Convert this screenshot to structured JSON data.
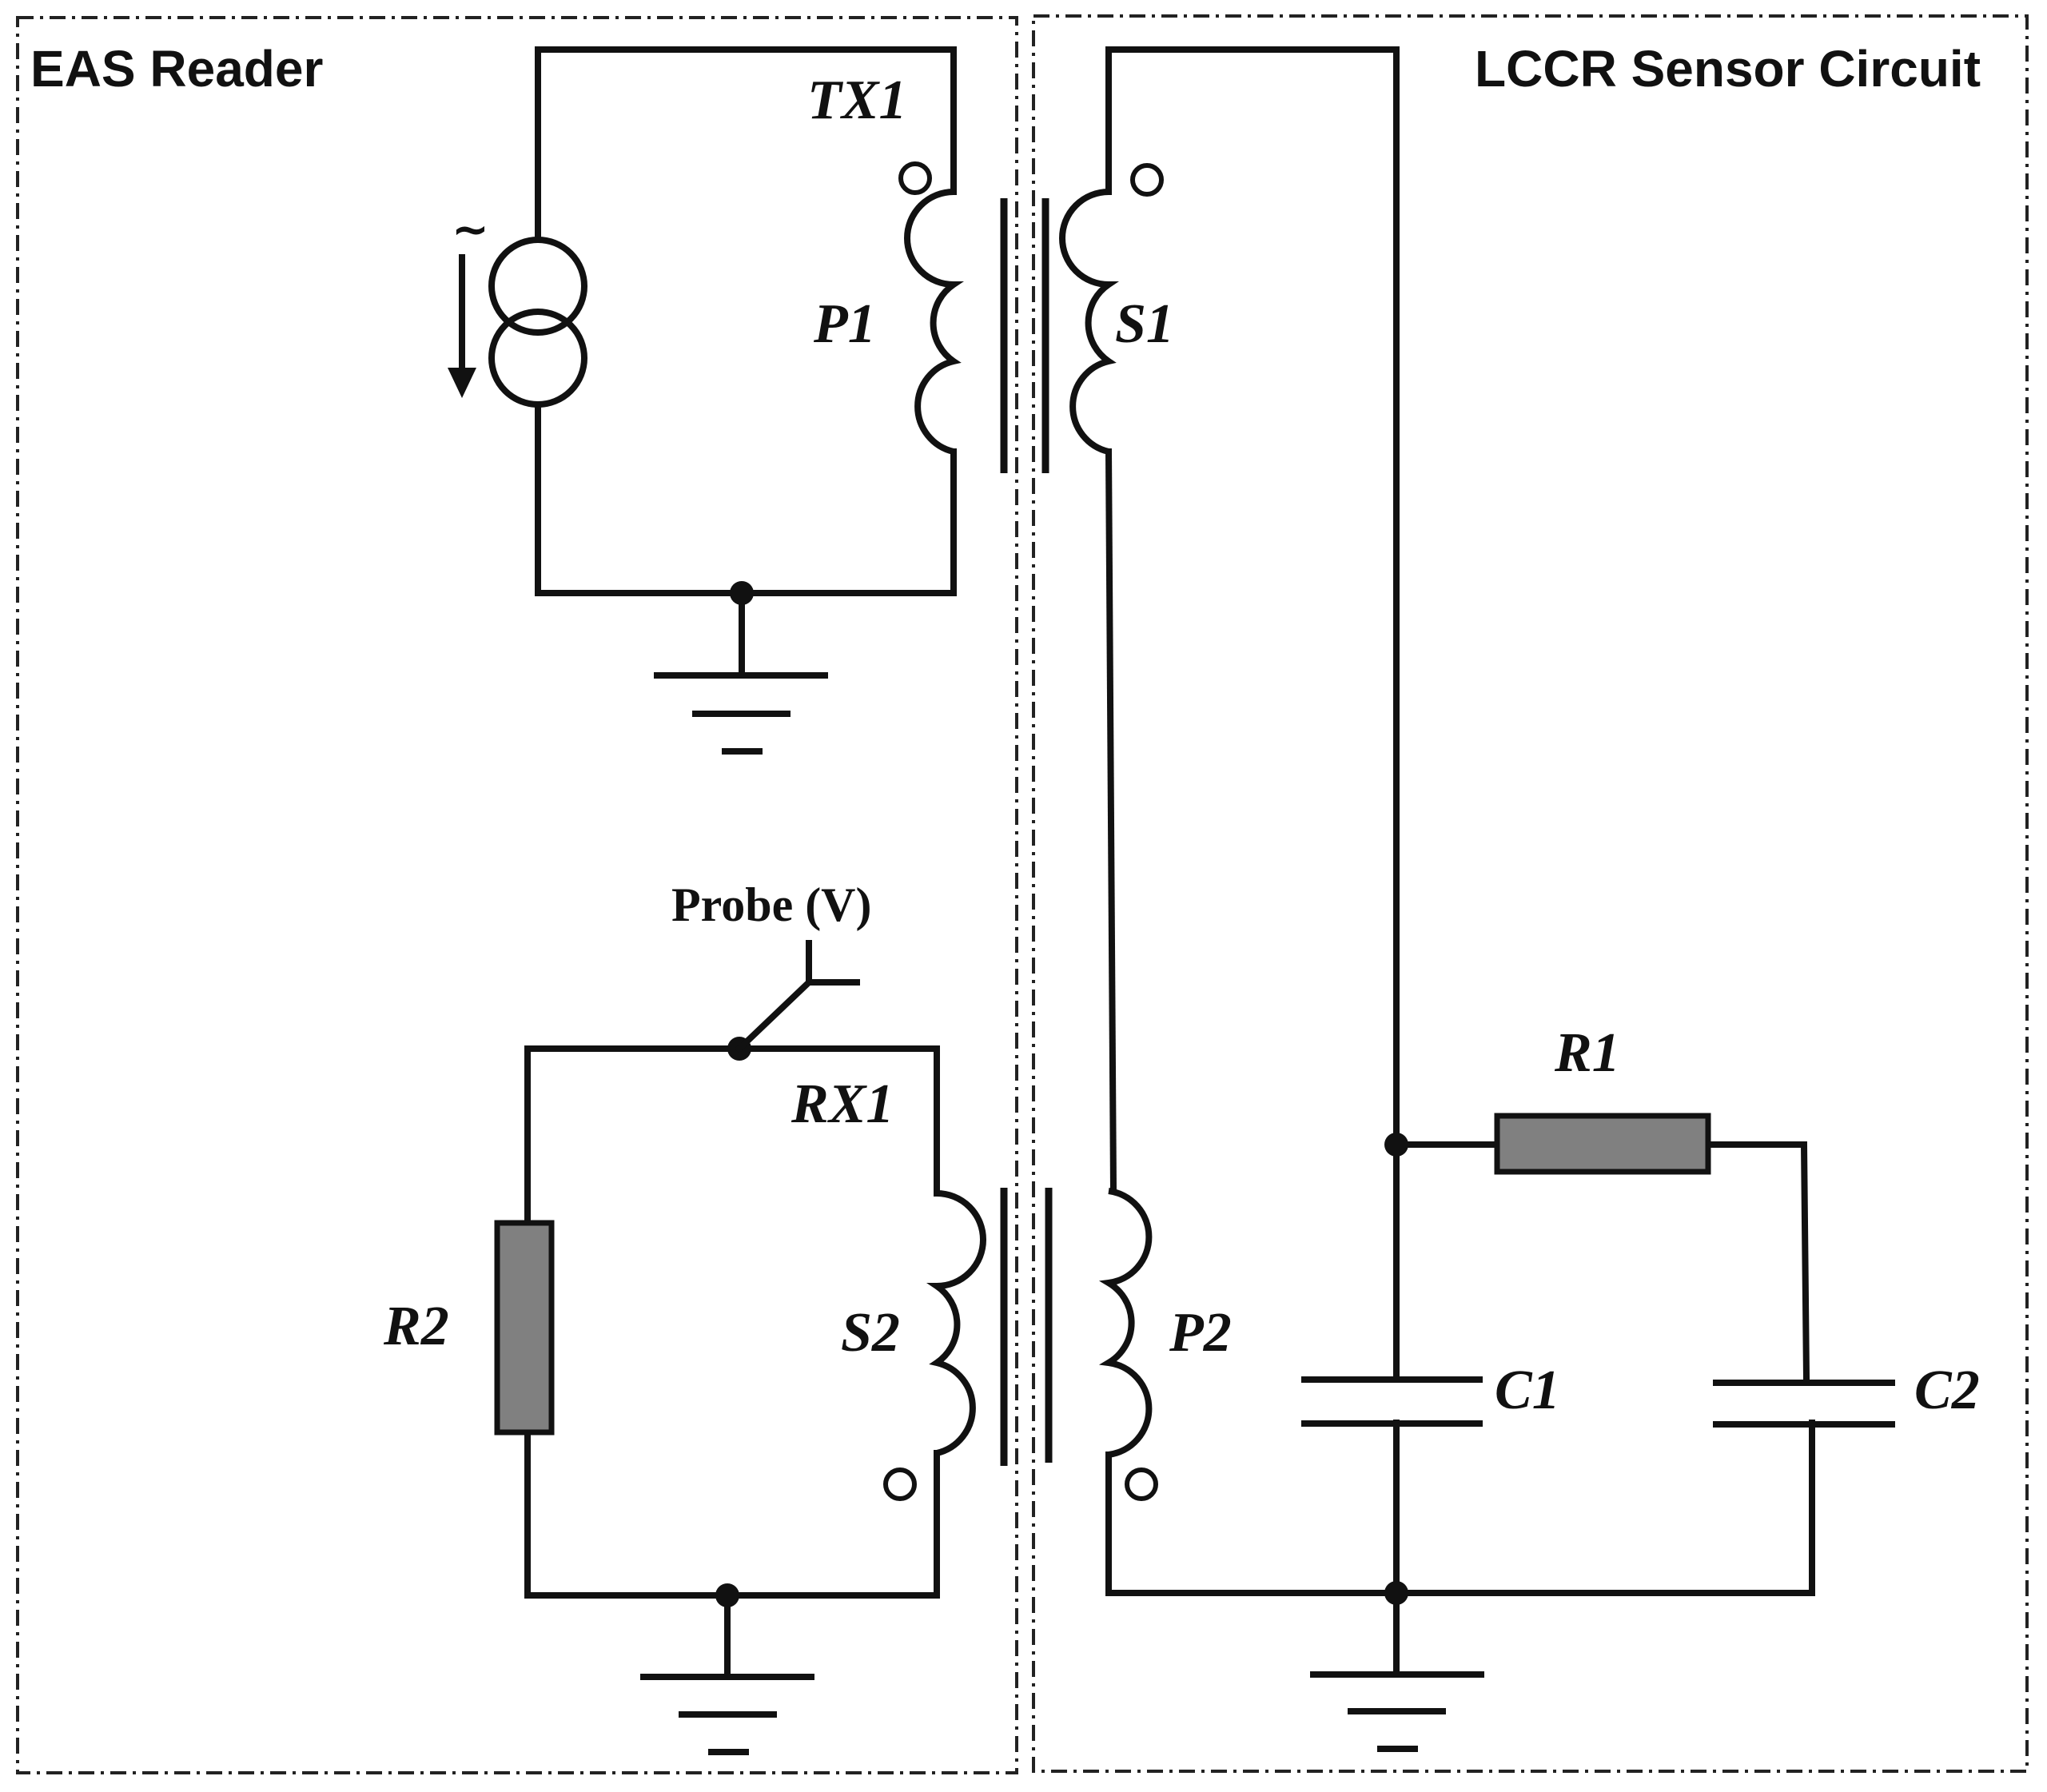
{
  "panels": {
    "eas_reader": "EAS Reader",
    "lccr_sensor": "LCCR Sensor Circuit"
  },
  "components": {
    "tx1": "TX1",
    "p1": "P1",
    "s1": "S1",
    "rx1": "RX1",
    "s2": "S2",
    "p2": "P2",
    "r1": "R1",
    "r2": "R2",
    "c1": "C1",
    "c2": "C2"
  },
  "probe": "Probe (V)",
  "source_symbol": "~"
}
